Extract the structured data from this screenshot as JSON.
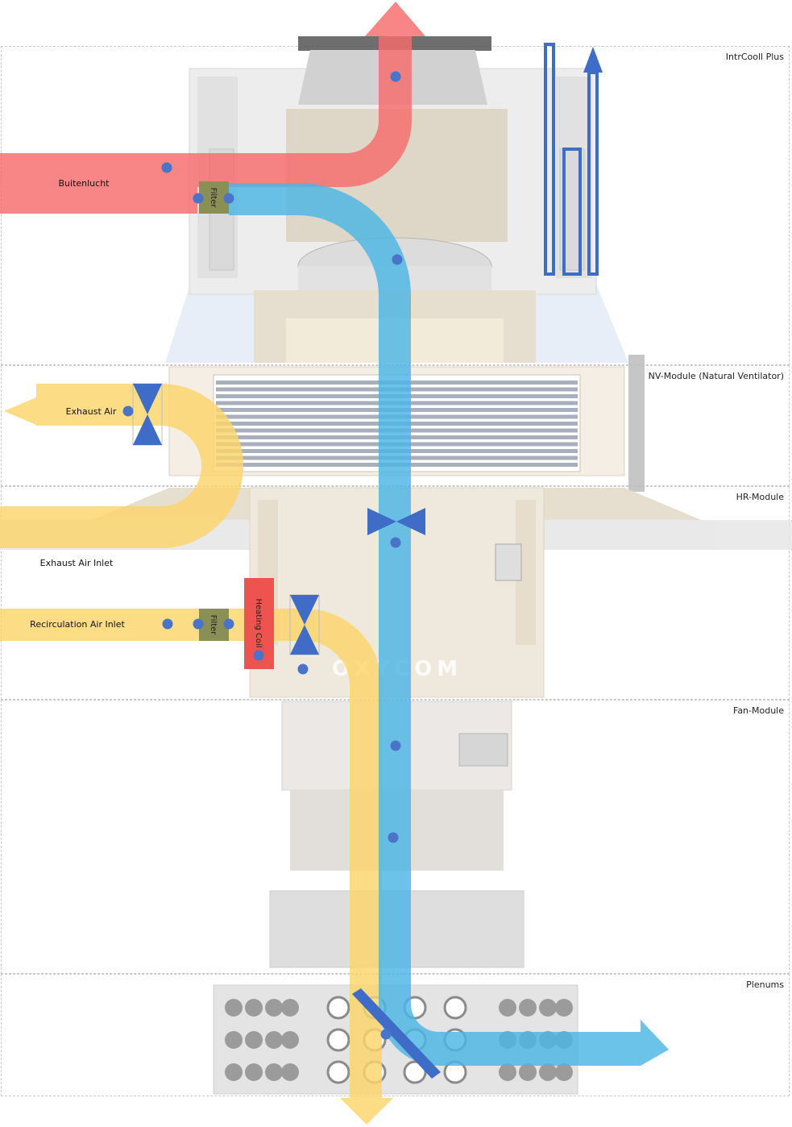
{
  "zones": [
    {
      "label": "IntrCooll Plus"
    },
    {
      "label": "NV-Module (Natural Ventilator)"
    },
    {
      "label": "HR-Module"
    },
    {
      "label": "Fan-Module"
    },
    {
      "label": "Plenums"
    }
  ],
  "streams": {
    "outdoor_air": "Buitenlucht",
    "exhaust_air": "Exhaust Air",
    "exhaust_air_inlet": "Exhaust Air Inlet",
    "recirculation_air_inlet": "Recirculation Air Inlet"
  },
  "components": {
    "filter_top": "Filter",
    "filter_bottom": "Filter",
    "heating_coil": "Heating Coil"
  },
  "brand": "OXYCOM",
  "colors": {
    "red": "#f76b6b",
    "blue": "#4ab6e4",
    "yellow": "#fcd46b",
    "damper": "#3f6cc7",
    "dot": "#4a74c9",
    "filter": "#8a8f55",
    "coil": "#ef5350"
  }
}
